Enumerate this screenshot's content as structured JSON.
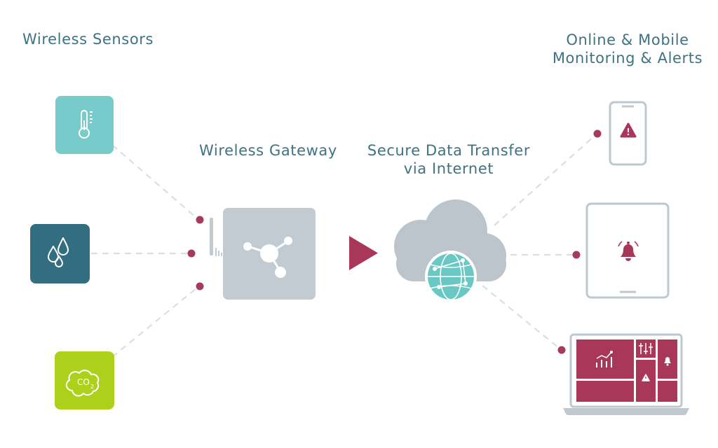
{
  "labels": {
    "sensors_title": "Wireless Sensors",
    "gateway_title": "Wireless Gateway",
    "transfer_line1": "Secure Data Transfer",
    "transfer_line2": "via Internet",
    "monitoring_line1": "Online & Mobile",
    "monitoring_line2": "Monitoring & Alerts",
    "co2_text": "CO",
    "co2_subscript": "2"
  },
  "colors": {
    "label_text": "#3e7384",
    "temperature_sensor": "#77cccb",
    "humidity_sensor": "#336d80",
    "co2_sensor": "#add11b",
    "gateway": "#c2cbd2",
    "accent": "#a8375a",
    "cloud": "#bcc5cc",
    "globe": "#6ac8c4",
    "device_outline": "#bfc8cf",
    "connector_dot": "#a63a5b",
    "dashed_line": "#d9dfe3"
  },
  "icons": {
    "temperature": "thermometer-icon",
    "humidity": "water-drops-icon",
    "co2": "co2-cloud-icon",
    "gateway": "network-hub-icon",
    "arrow": "play-arrow-icon",
    "cloud": "cloud-icon",
    "globe": "globe-icon",
    "phone_alert": "warning-icon",
    "tablet_alert": "bell-icon",
    "laptop_chart": "line-chart-icon",
    "laptop_sliders": "sliders-icon",
    "laptop_bell": "bell-icon",
    "laptop_warning": "warning-icon"
  }
}
